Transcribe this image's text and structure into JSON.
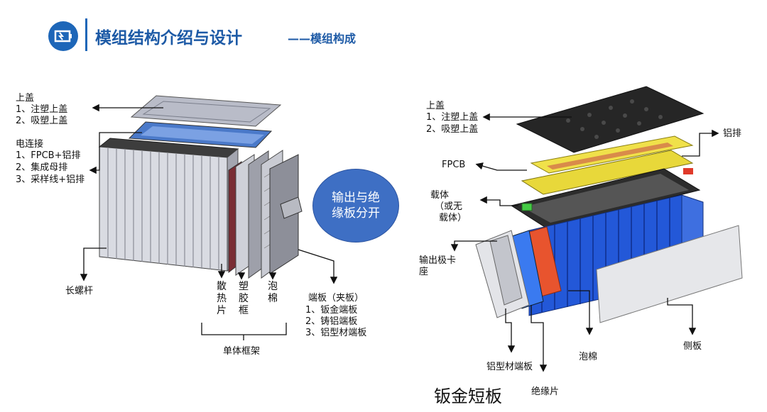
{
  "header": {
    "title": "模组结构介绍与设计",
    "subtitle": "——模组构成"
  },
  "left_diagram": {
    "top_cover": {
      "title": "上盖",
      "items": [
        "1、注塑上盖",
        "2、吸塑上盖"
      ]
    },
    "electrical": {
      "title": "电连接",
      "items": [
        "1、FPCB+铝排",
        "2、集成母排",
        "3、采样线+铝排"
      ]
    },
    "long_bolt": "长螺杆",
    "heat_sink": "散热片",
    "plastic_frame": "塑胶框",
    "foam": "泡棉",
    "end_plate": {
      "title": "端板（夹板）",
      "items": [
        "1、钣金端板",
        "2、铸铝端板",
        "3、铝型材端板"
      ]
    },
    "cell_frame_group": "单体框架",
    "callout": "输出与绝缘板分开"
  },
  "right_diagram": {
    "top_cover": {
      "title": "上盖",
      "items": [
        "1、注塑上盖",
        "2、吸塑上盖"
      ]
    },
    "aluminum_bar": "铝排",
    "fpcb": "FPCB",
    "carrier": {
      "title": "载体",
      "items": [
        "（或无",
        "载体）"
      ]
    },
    "output_holder": "输出极卡座",
    "foam": "泡棉",
    "side_plate": "侧板",
    "aluminum_end_plate": "铝型材端板",
    "insulation": "绝缘片",
    "sheet_metal_plate": "钣金短板"
  }
}
